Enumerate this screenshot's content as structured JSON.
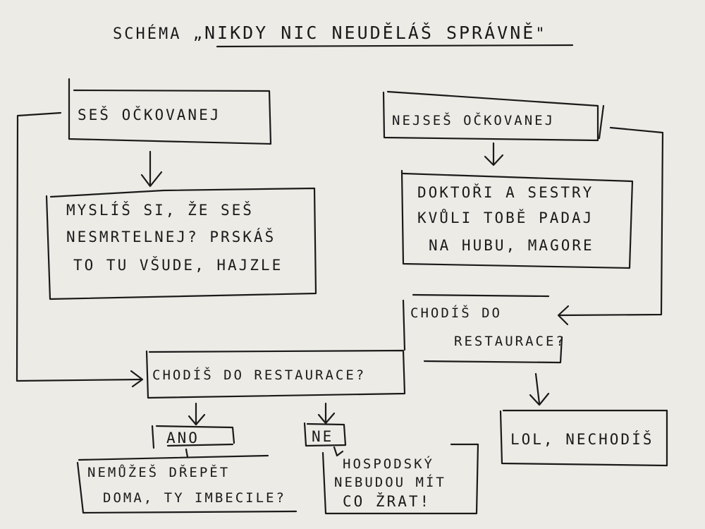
{
  "title": {
    "prefix": "SCHÉMA „",
    "emphasis": "NIKDY NIC NEUDĚLÁŠ SPRÁVNĚ",
    "suffix": "\""
  },
  "boxes": {
    "vaccinated": "SEŠ OČKOVANEJ",
    "not_vaccinated": "NEJSEŠ OČKOVANEJ",
    "immortal": [
      "MYSLÍŠ SI, ŽE SEŠ",
      "NESMRTELNEJ? PRSKÁŠ",
      "TO TU VŠUDE, HAJZLE"
    ],
    "doctors": [
      "DOKTOŘI A SESTRY",
      "KVŮLI TOBĚ PADAJ",
      "NA HUBU, MAGORE"
    ],
    "restaurant_right": [
      "CHODÍŠ DO",
      "RESTAURACE?"
    ],
    "restaurant_center": "CHODÍŠ DO RESTAURACE?",
    "yes": "ANO",
    "no": "NE",
    "lol": "LOL, NECHODÍŠ",
    "imbecile": [
      "NEMŮŽEŠ DŘEPĚT",
      "DOMA, TY IMBECILE?"
    ],
    "pub": [
      "HOSPODSKÝ",
      "NEBUDOU MÍT",
      "CO ŽRAT!"
    ]
  }
}
